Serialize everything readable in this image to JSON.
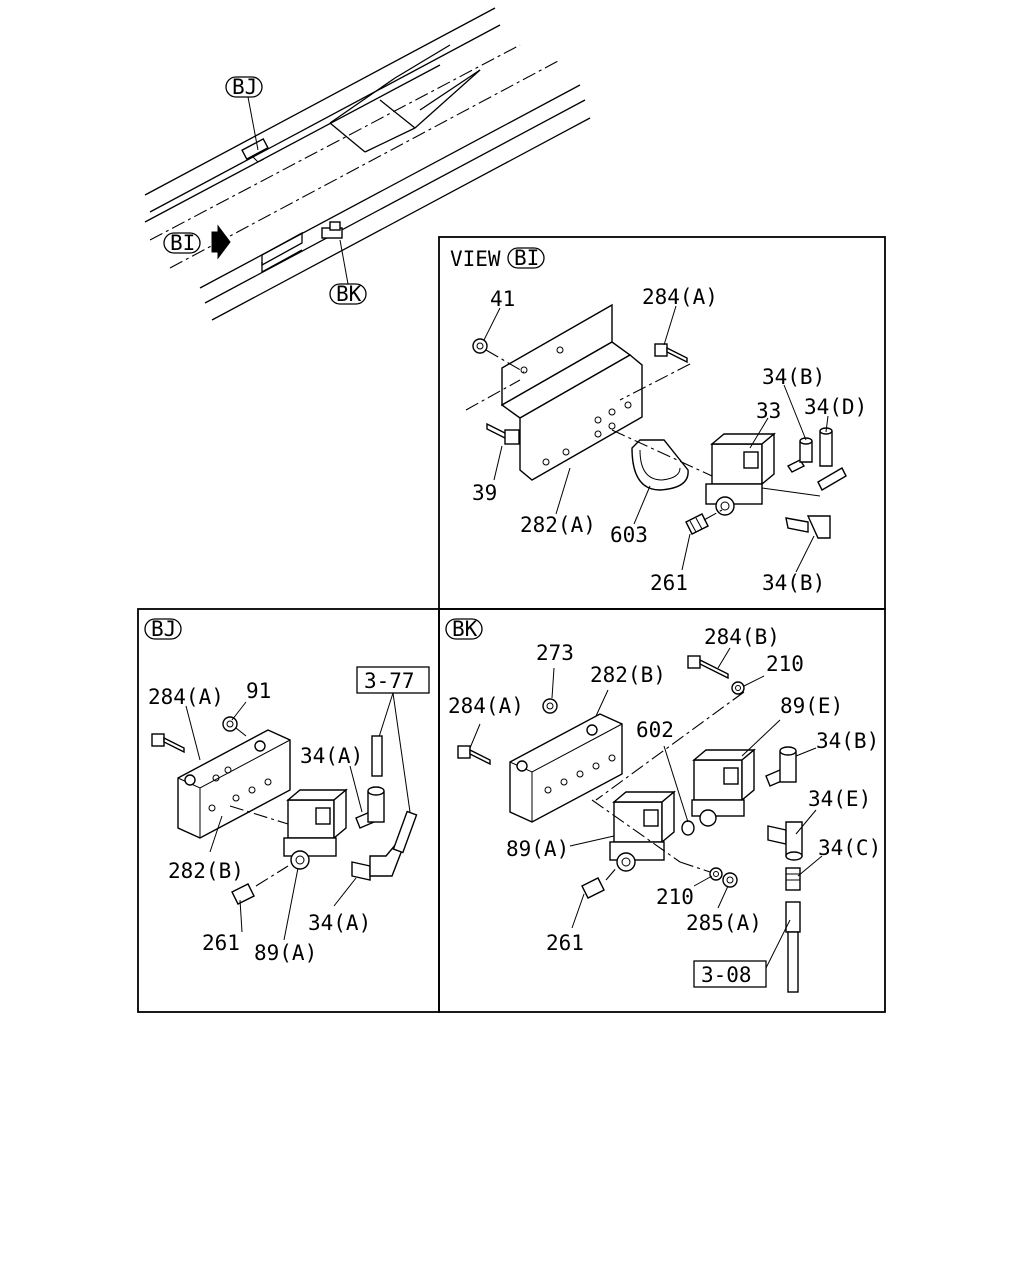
{
  "callouts": {
    "bj": "BJ",
    "bi": "BI",
    "bk": "BK"
  },
  "view_bi": {
    "title_prefix": "VIEW",
    "title_tag": "BI",
    "labels": {
      "p41": "41",
      "p284a": "284(A)",
      "p34b_top": "34(B)",
      "p33": "33",
      "p34d": "34(D)",
      "p39": "39",
      "p282a": "282(A)",
      "p603": "603",
      "p261": "261",
      "p34b_bottom": "34(B)"
    }
  },
  "panel_bj": {
    "tag": "BJ",
    "ref_box": "3-77",
    "labels": {
      "p284a": "284(A)",
      "p91": "91",
      "p34a_top": "34(A)",
      "p282b": "282(B)",
      "p261": "261",
      "p89a": "89(A)",
      "p34a_bottom": "34(A)"
    }
  },
  "panel_bk": {
    "tag": "BK",
    "ref_box": "3-08",
    "labels": {
      "p273": "273",
      "p282b": "282(B)",
      "p284b": "284(B)",
      "p210_top": "210",
      "p284a": "284(A)",
      "p602": "602",
      "p89e": "89(E)",
      "p34b": "34(B)",
      "p34e": "34(E)",
      "p89a": "89(A)",
      "p34c": "34(C)",
      "p210_bottom": "210",
      "p285a": "285(A)",
      "p261": "261"
    }
  }
}
